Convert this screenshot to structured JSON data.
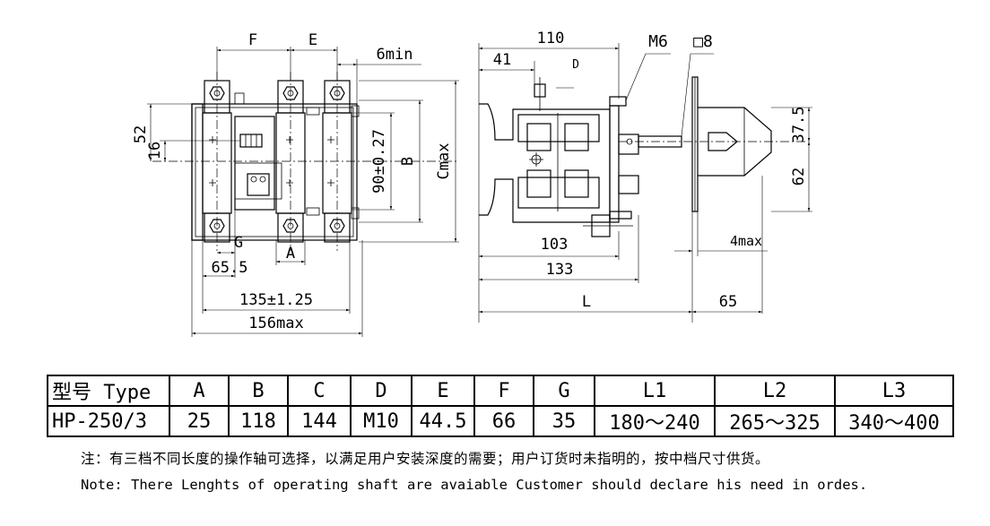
{
  "front_view": {
    "labels": {
      "f": "F",
      "e": "E",
      "gap": "6min",
      "d52": "52",
      "d16": "16",
      "d90": "90±0.27",
      "b": "B",
      "cmax": "Cmax",
      "g": "G",
      "a": "A",
      "d655": "65.5",
      "d135": "135±1.25",
      "d156": "156max"
    }
  },
  "side_view": {
    "labels": {
      "d110": "110",
      "m6": "M6",
      "sq8": "□8",
      "d41": "41",
      "d": "D",
      "d375": "37.5",
      "d62": "62",
      "d103": "103",
      "d4max": "4max",
      "d133": "133",
      "l": "L",
      "d65": "65"
    }
  },
  "table": {
    "headers": [
      "型号 Type",
      "A",
      "B",
      "C",
      "D",
      "E",
      "F",
      "G",
      "L1",
      "L2",
      "L3"
    ],
    "rows": [
      [
        "HP-250/3",
        "25",
        "118",
        "144",
        "M10",
        "44.5",
        "66",
        "35",
        "180～240",
        "265～325",
        "340～400"
      ]
    ]
  },
  "notes": {
    "chinese": "注：有三档不同长度的操作轴可选择，以满足用户安装深度的需要；用户订货时未指明的，按中档尺寸供货。",
    "english": "Note: There Lenghts of operating shaft are avaiable Customer should declare his need  in ordes."
  }
}
